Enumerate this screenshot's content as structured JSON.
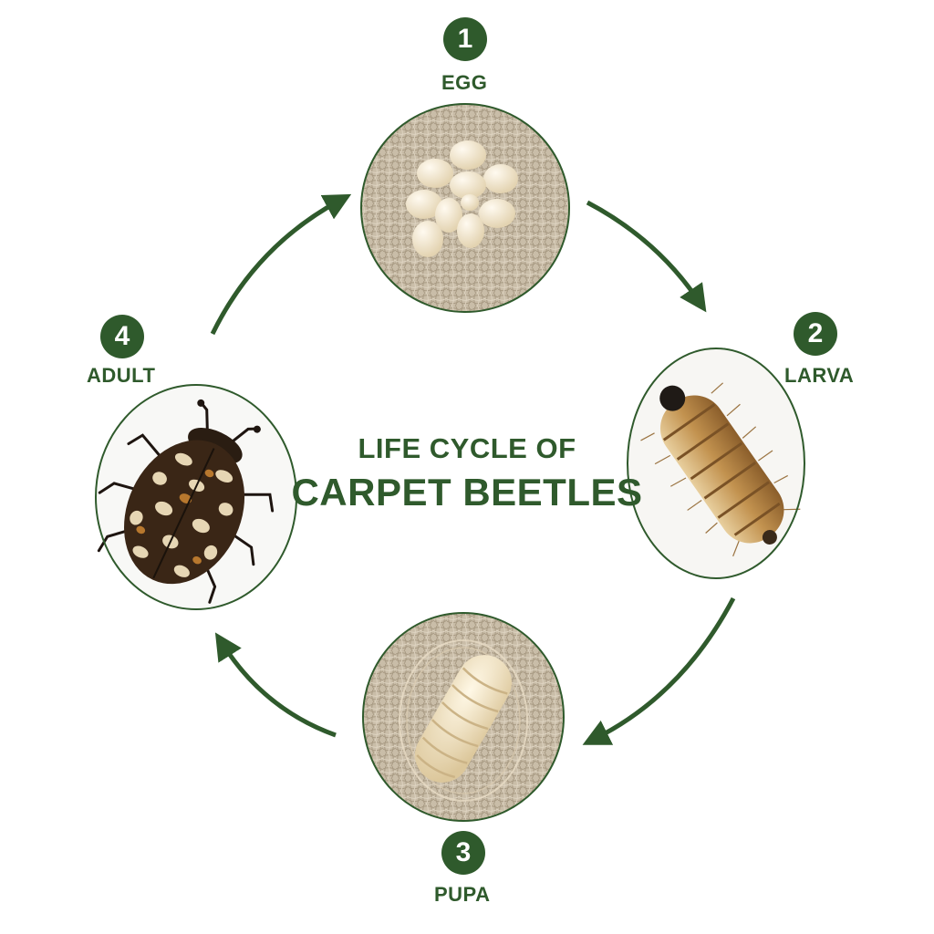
{
  "title": {
    "line1": "LIFE CYCLE OF",
    "line2": "CARPET BEETLES"
  },
  "stages": [
    {
      "number": "1",
      "label": "EGG"
    },
    {
      "number": "2",
      "label": "LARVA"
    },
    {
      "number": "3",
      "label": "PUPA"
    },
    {
      "number": "4",
      "label": "ADULT"
    }
  ],
  "colors": {
    "accent": "#2f5a2c",
    "fabric": "#b9ab95",
    "egg": "#f3ead6",
    "larva": "#b98a4c",
    "pupa": "#efe3c2",
    "beetle_dark": "#2a1d12",
    "beetle_light": "#e6d6b4"
  }
}
